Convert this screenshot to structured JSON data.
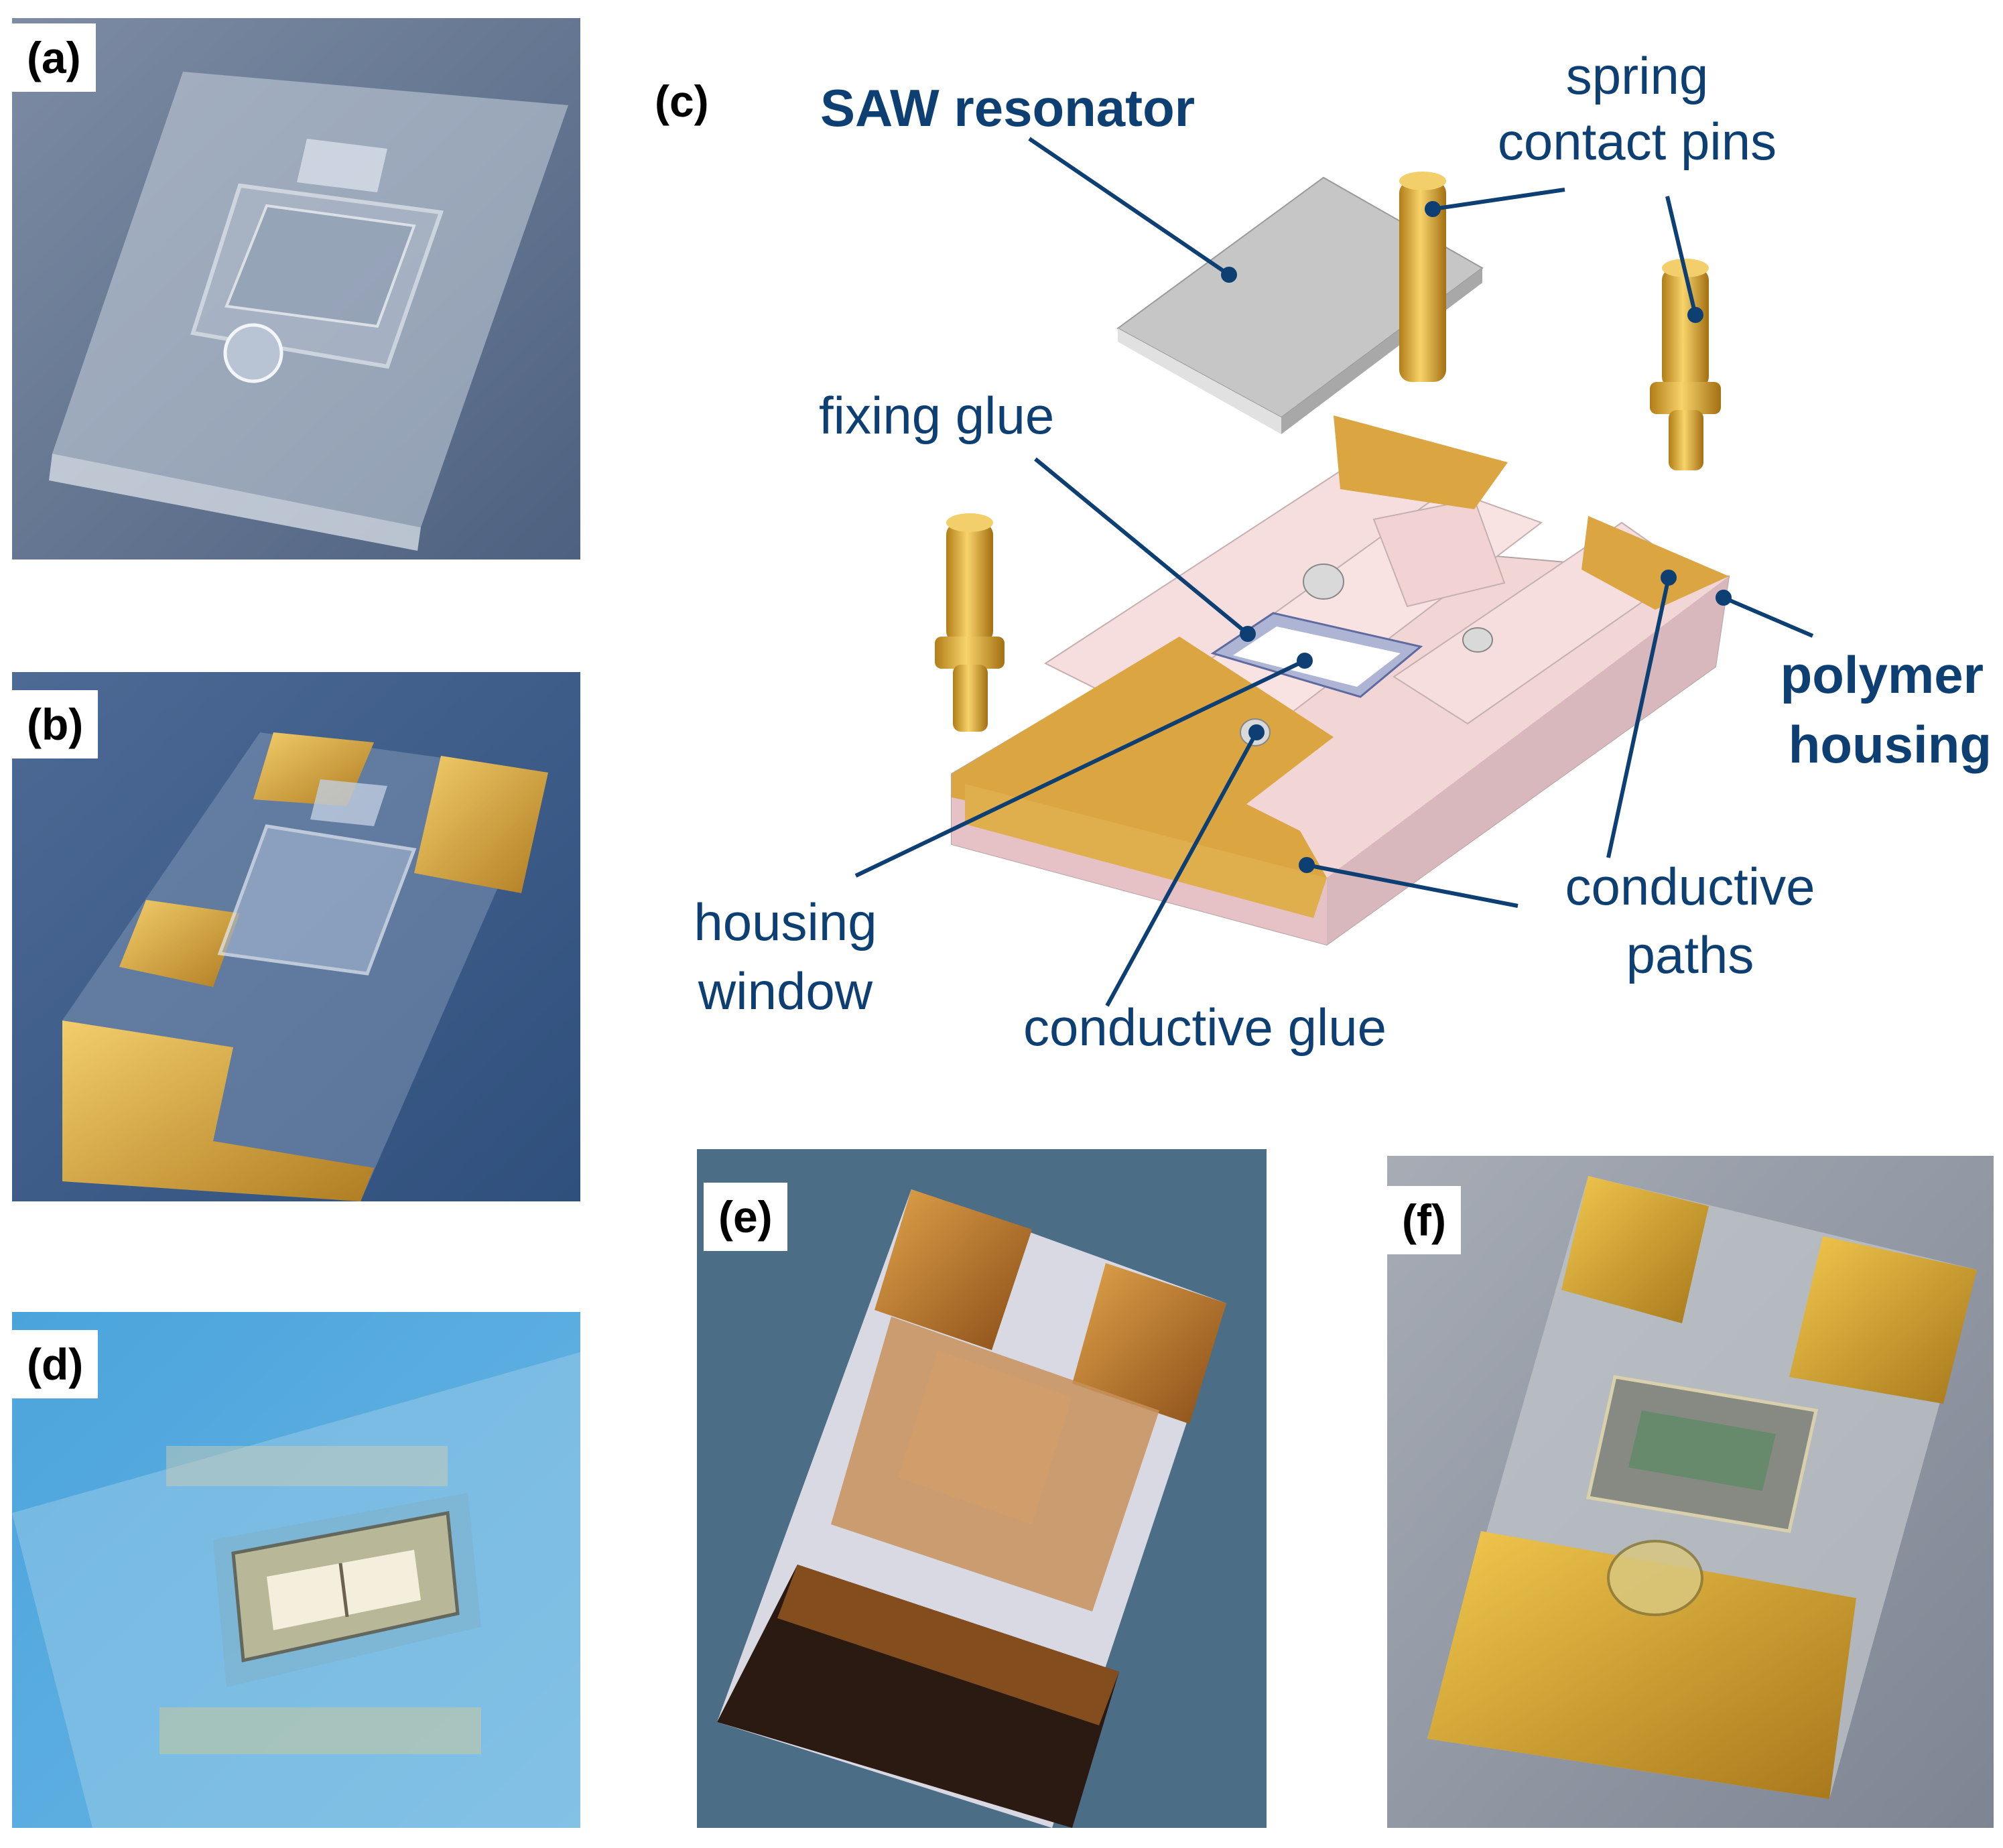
{
  "panels": {
    "a": {
      "tag": "(a)"
    },
    "b": {
      "tag": "(b)"
    },
    "c": {
      "tag": "(c)"
    },
    "d": {
      "tag": "(d)"
    },
    "e": {
      "tag": "(e)"
    },
    "f": {
      "tag": "(f)"
    }
  },
  "diagram": {
    "labels": {
      "saw_resonator": "SAW resonator",
      "spring_contact_pins_1": "spring",
      "spring_contact_pins_2": "contact pins",
      "fixing_glue": "fixing glue",
      "polymer_housing_1": "polymer",
      "polymer_housing_2": "housing",
      "housing_window_1": "housing",
      "housing_window_2": "window",
      "conductive_paths_1": "conductive",
      "conductive_paths_2": "paths",
      "conductive_glue": "conductive glue"
    }
  },
  "colors": {
    "label_navy": "#0d3f73",
    "gold": "#dba641",
    "pink": "#f4d6d6",
    "grey_chip": "#c6c6c6",
    "photo_bg_a": "#5b6e8a",
    "photo_bg_b": "#3d5a86",
    "photo_bg_d": "#3f9ad4",
    "photo_bg_e": "#4a6d86"
  }
}
